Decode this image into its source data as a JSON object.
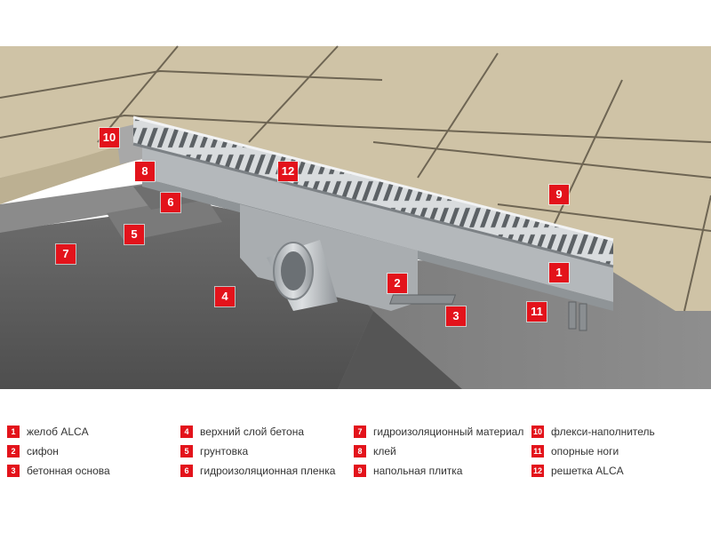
{
  "callouts": [
    {
      "id": "1",
      "label": "1"
    },
    {
      "id": "2",
      "label": "2"
    },
    {
      "id": "3",
      "label": "3"
    },
    {
      "id": "4",
      "label": "4"
    },
    {
      "id": "5",
      "label": "5"
    },
    {
      "id": "6",
      "label": "6"
    },
    {
      "id": "7",
      "label": "7"
    },
    {
      "id": "8",
      "label": "8"
    },
    {
      "id": "9",
      "label": "9"
    },
    {
      "id": "10",
      "label": "10"
    },
    {
      "id": "11",
      "label": "11"
    },
    {
      "id": "12",
      "label": "12"
    }
  ],
  "legend": [
    {
      "num": "1",
      "text": "желоб ALCA"
    },
    {
      "num": "2",
      "text": "сифон"
    },
    {
      "num": "3",
      "text": "бетонная основа"
    },
    {
      "num": "4",
      "text": "верхний слой бетона"
    },
    {
      "num": "5",
      "text": "грунтовка"
    },
    {
      "num": "6",
      "text": "гидроизоляционная пленка"
    },
    {
      "num": "7",
      "text": "гидроизоляционный материал"
    },
    {
      "num": "8",
      "text": "клей"
    },
    {
      "num": "9",
      "text": "напольная плитка"
    },
    {
      "num": "10",
      "text": "флекси-наполнитель"
    },
    {
      "num": "11",
      "text": "опорные ноги"
    },
    {
      "num": "12",
      "text": "решетка ALCA"
    }
  ],
  "colors": {
    "accent": "#e3131b",
    "tile": "#cfc3a6",
    "concrete": "#5d5d5d",
    "steel": "#c9ccce",
    "pipe": "#bfc3c6"
  }
}
